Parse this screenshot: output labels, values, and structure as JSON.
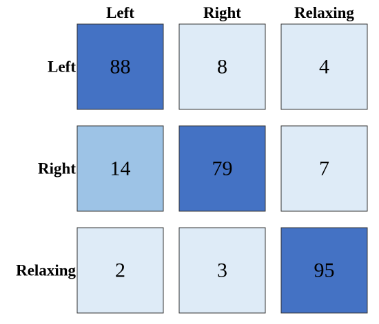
{
  "chart_data": {
    "type": "heatmap",
    "title": "",
    "xlabel": "",
    "ylabel": "",
    "x_categories": [
      "Left",
      "Right",
      "Relaxing"
    ],
    "y_categories": [
      "Left",
      "Right",
      "Relaxing"
    ],
    "values": [
      [
        88,
        8,
        4
      ],
      [
        14,
        79,
        7
      ],
      [
        2,
        3,
        95
      ]
    ],
    "value_range": [
      0,
      100
    ],
    "grid": false,
    "legend": "none",
    "colors": {
      "high": "#4472c4",
      "mid": "#9dc3e6",
      "low": "#deebf7",
      "border": "#333333",
      "text": "#000000"
    }
  }
}
